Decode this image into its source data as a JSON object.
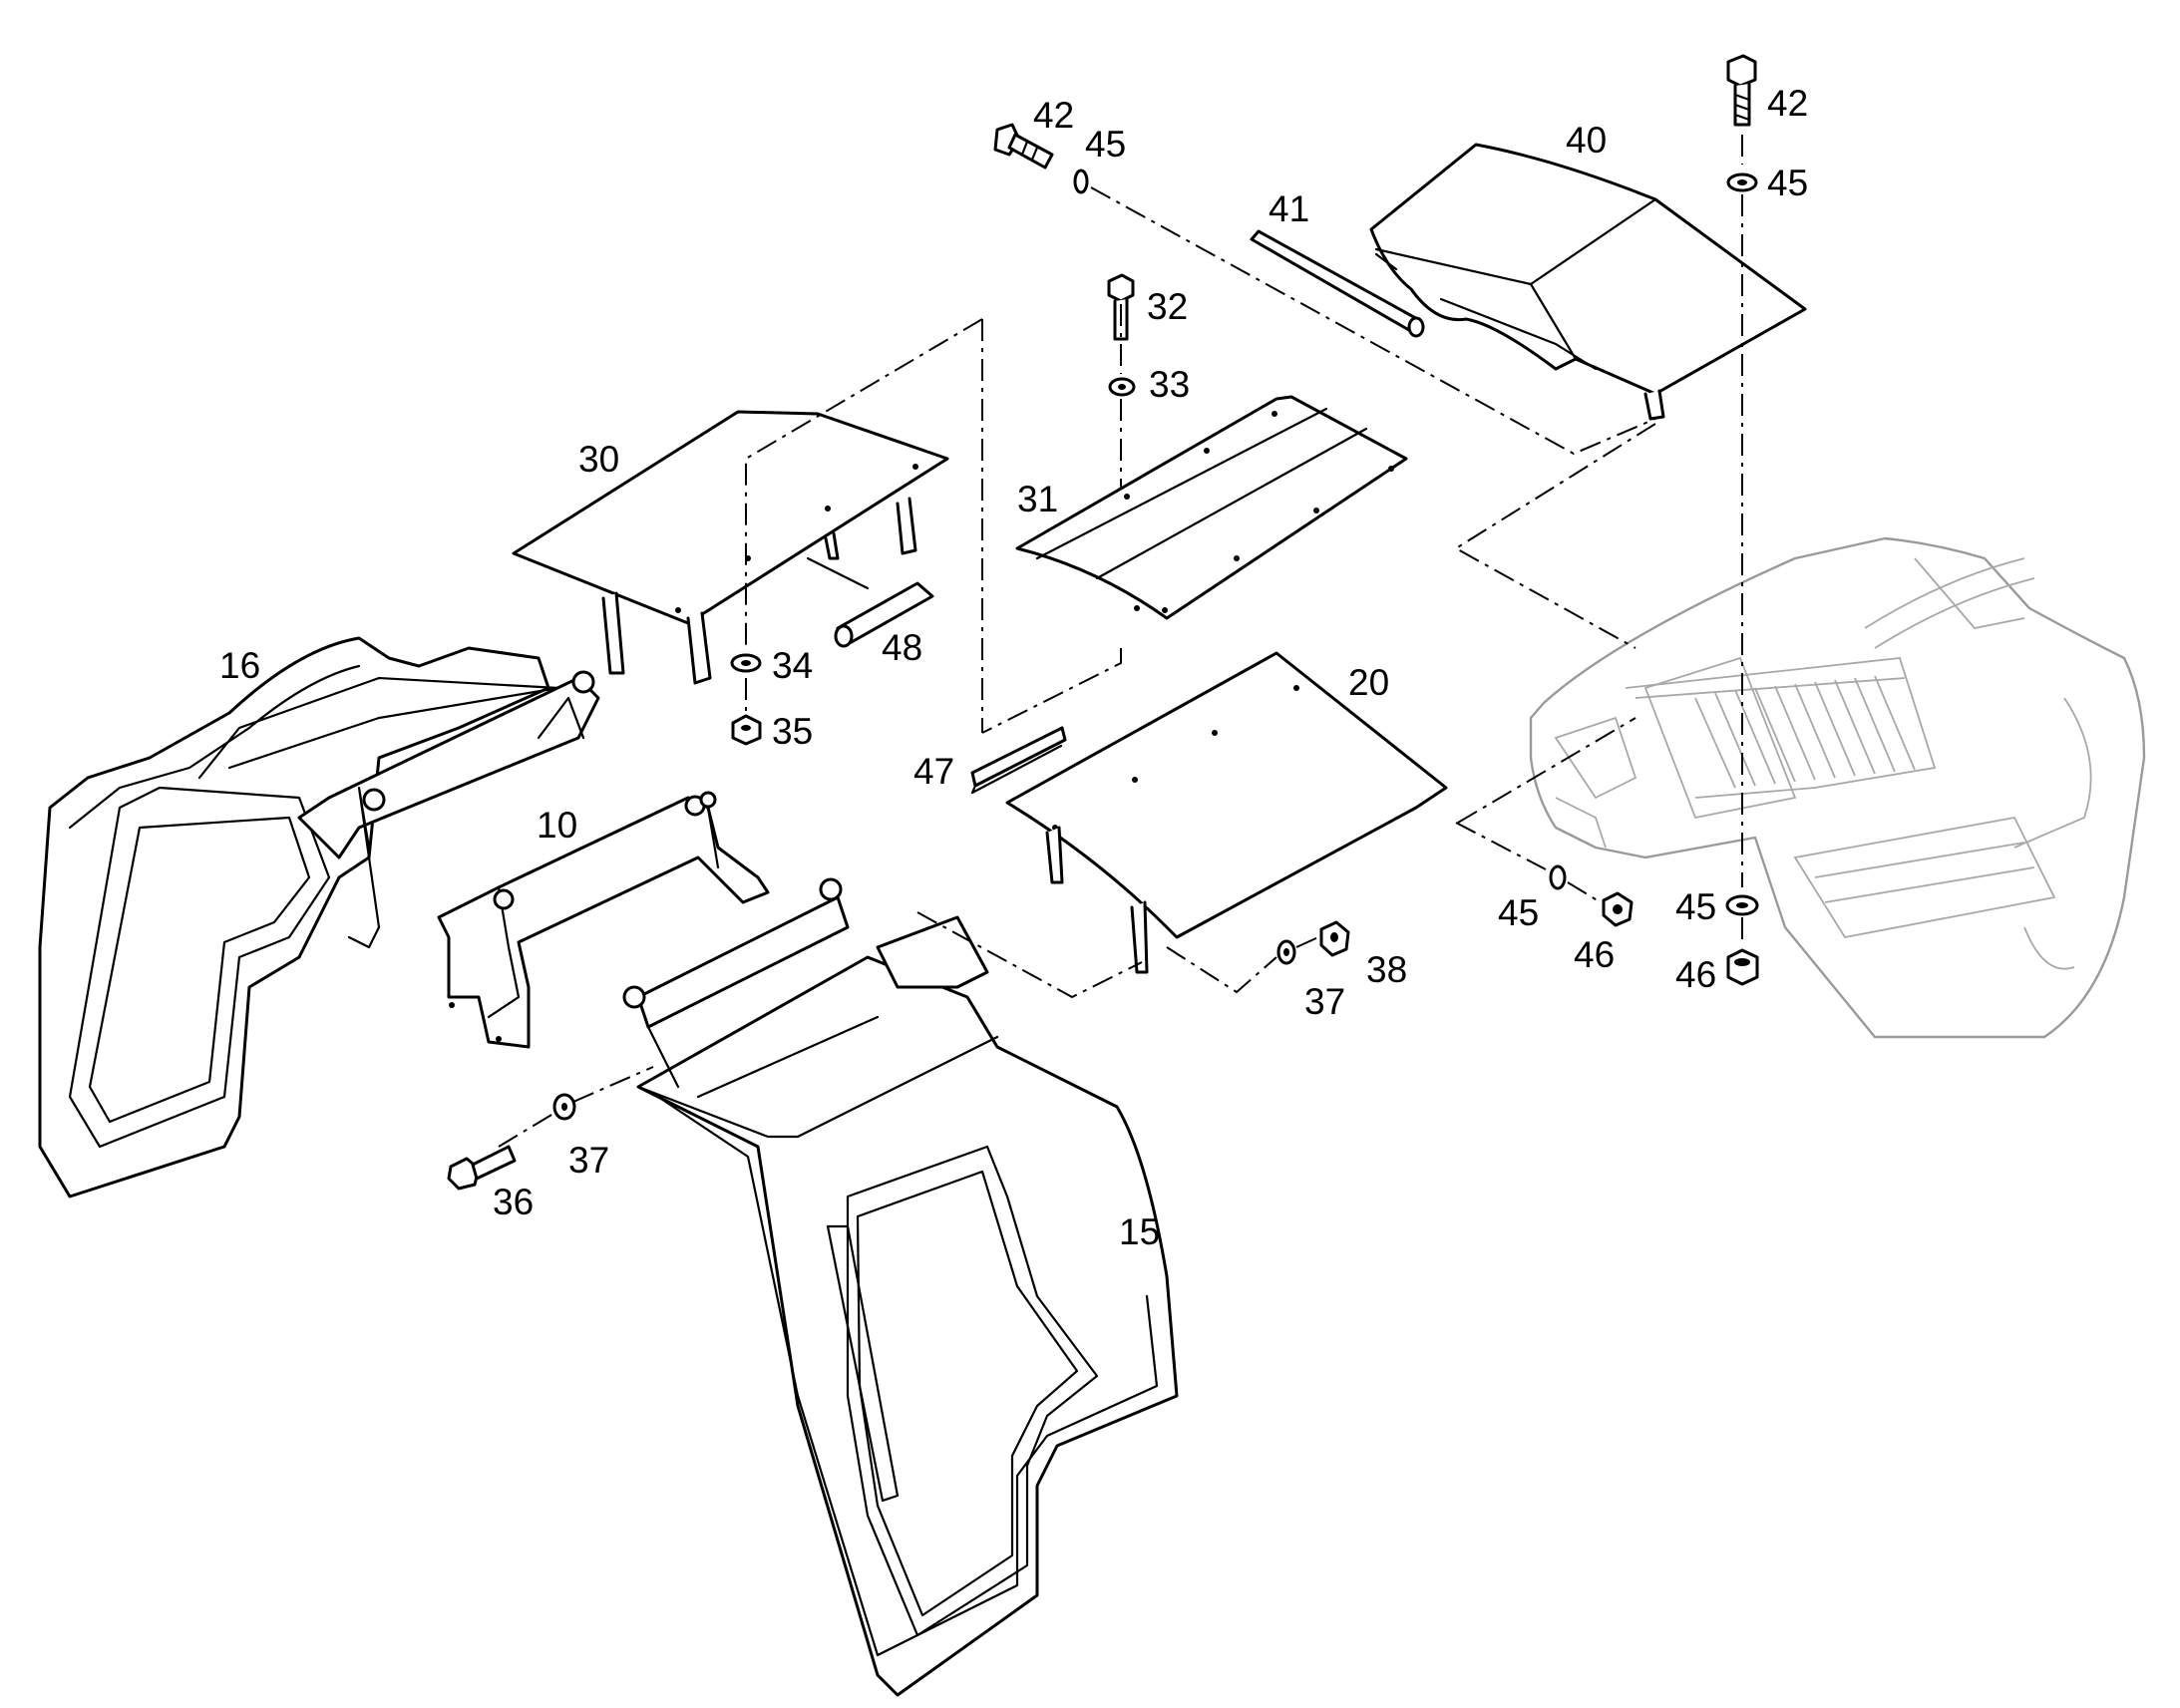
{
  "diagram": {
    "callouts": [
      "10",
      "15",
      "16",
      "20",
      "30",
      "31",
      "32",
      "33",
      "34",
      "35",
      "36",
      "37",
      "37",
      "38",
      "40",
      "41",
      "42",
      "42",
      "45",
      "45",
      "45",
      "45",
      "46",
      "46",
      "47",
      "48"
    ]
  }
}
